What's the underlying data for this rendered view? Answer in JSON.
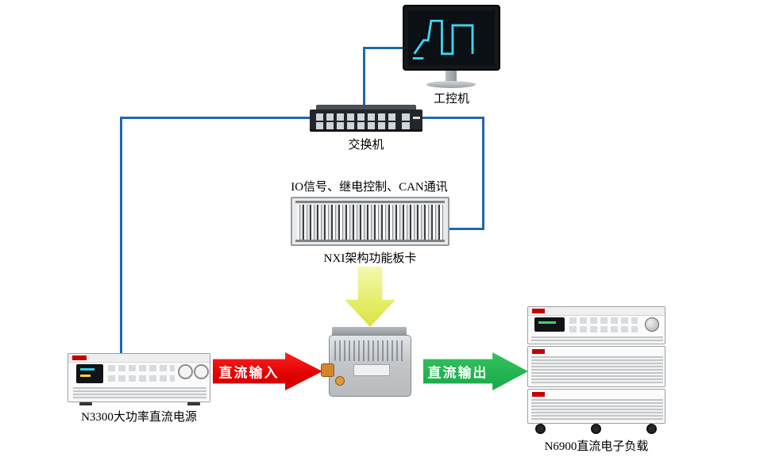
{
  "nodes": {
    "ipc": {
      "label": "工控机"
    },
    "switch": {
      "label": "交换机"
    },
    "nxi": {
      "label": "NXI架构功能板卡",
      "caption": "IO信号、继电控制、CAN通讯"
    },
    "psu": {
      "label": "N3300大功率直流电源"
    },
    "load": {
      "label": "N6900直流电子负载"
    }
  },
  "arrows": {
    "dc_input": {
      "label": "直流输入"
    },
    "dc_output": {
      "label": "直流输出"
    }
  },
  "colors": {
    "cable_blue": "#2068ae",
    "arrow_red": "#e00000",
    "arrow_green": "#21b14c",
    "arrow_yellow": "#e6ee6d",
    "brand_red": "#c40000",
    "waveform_cyan": "#3fd2f0",
    "background": "#ffffff"
  }
}
